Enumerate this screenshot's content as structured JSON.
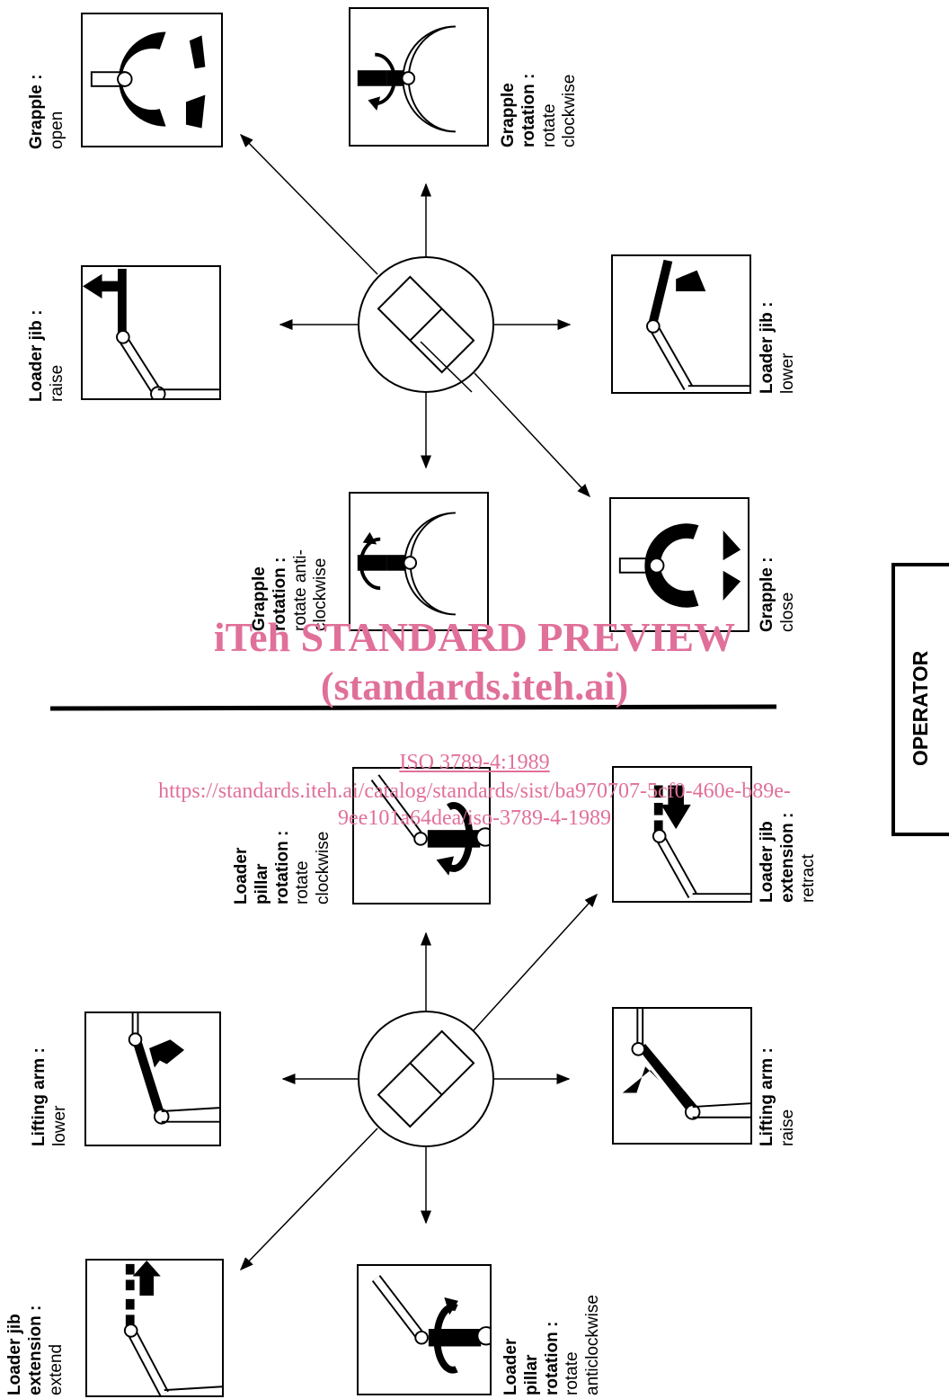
{
  "figure": {
    "top_group": {
      "grapple_open": {
        "title": "Grapple :",
        "sub": "open"
      },
      "grapple_rotation_cw": {
        "title": "Grapple\nrotation :",
        "sub": "rotate\nclockwise"
      },
      "loader_jib_raise": {
        "title": "Loader jib :",
        "sub": "raise"
      },
      "loader_jib_lower": {
        "title": "Loader jib :",
        "sub": "lower"
      },
      "grapple_rotation_acw": {
        "title": "Grapple\nrotation :",
        "sub": "rotate anti-\nclockwise"
      },
      "grapple_close": {
        "title": "Grapple :",
        "sub": "close"
      }
    },
    "bottom_group": {
      "pillar_rotation_cw": {
        "title": "Loader\npillar\nrotation :",
        "sub": "rotate\nclockwise"
      },
      "jib_extension_retract": {
        "title": "Loader jib\nextension :",
        "sub": "retract"
      },
      "lifting_arm_lower": {
        "title": "Lifting arm :",
        "sub": "lower"
      },
      "lifting_arm_raise": {
        "title": "Lifting arm :",
        "sub": "raise"
      },
      "jib_extension_extend": {
        "title": "Loader jib\nextension :",
        "sub": "extend"
      },
      "pillar_rotation_acw": {
        "title": "Loader\npillar\nrotation :",
        "sub": "rotate\nanticlockwise"
      }
    },
    "side_label": "OPERATOR"
  },
  "watermark": {
    "title": "iTeh STANDARD PREVIEW",
    "site": "(standards.iteh.ai)",
    "iso": "ISO 3789-4:1989",
    "url_line1": "https://standards.iteh.ai/catalog/standards/sist/ba970707-5cf0-460e-b89e-",
    "url_line2": "9ee101a64dea/iso-3789-4-1989"
  },
  "colors": {
    "ink": "#000000",
    "watermark": "#e0709a"
  }
}
